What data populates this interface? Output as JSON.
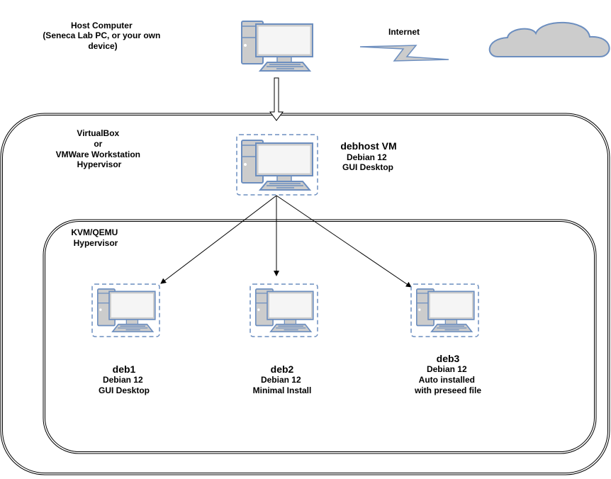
{
  "host": {
    "lines": [
      "Host Computer",
      "(Seneca Lab PC, or your own",
      "device)"
    ]
  },
  "internet": {
    "label": "Internet"
  },
  "outer_hypervisor": {
    "lines": [
      "VirtualBox",
      "or",
      "VMWare Workstation",
      "Hypervisor"
    ]
  },
  "debhost": {
    "name": "debhost VM",
    "lines": [
      "Debian 12",
      "GUI Desktop"
    ]
  },
  "inner_hypervisor": {
    "lines": [
      "KVM/QEMU",
      "Hypervisor"
    ]
  },
  "vms": [
    {
      "name": "deb1",
      "lines": [
        "Debian 12",
        "GUI Desktop"
      ]
    },
    {
      "name": "deb2",
      "lines": [
        "Debian 12",
        "Minimal Install"
      ]
    },
    {
      "name": "deb3",
      "lines": [
        "Debian 12",
        "Auto installed",
        "with preseed file"
      ]
    }
  ],
  "colors": {
    "icon_stroke": "#6c8ebf",
    "icon_fill": "#cccccc",
    "screen": "#f5f5f5",
    "dash": "#6c8ebf"
  }
}
